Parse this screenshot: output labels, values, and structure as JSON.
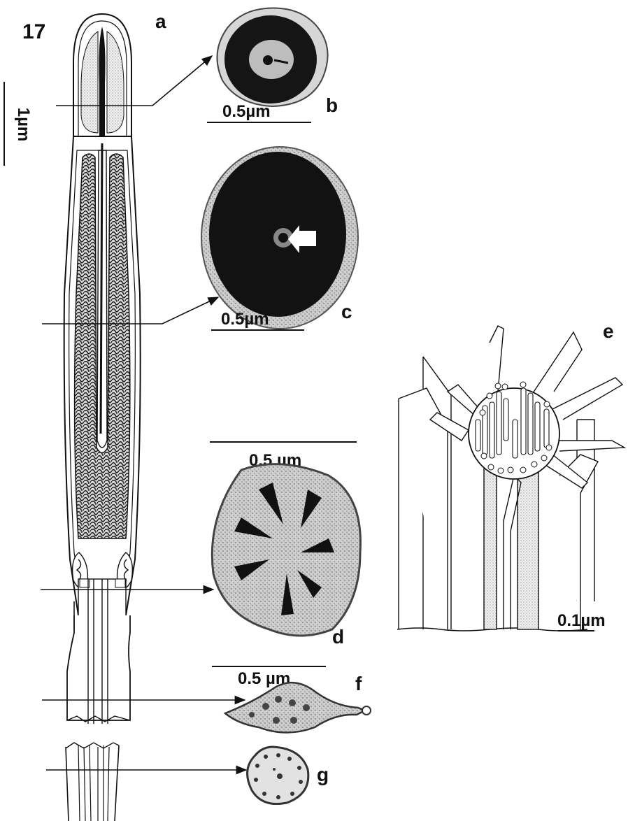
{
  "figure": {
    "number": "17",
    "panels": {
      "a": "a",
      "b": "b",
      "c": "c",
      "d": "d",
      "e": "e",
      "f": "f",
      "g": "g"
    },
    "scale_bars": {
      "a": "1µm",
      "b": "0.5µm",
      "c": "0.5µm",
      "d": "0.5 µm",
      "e": "0.1µm",
      "f": "0.5 µm"
    }
  }
}
